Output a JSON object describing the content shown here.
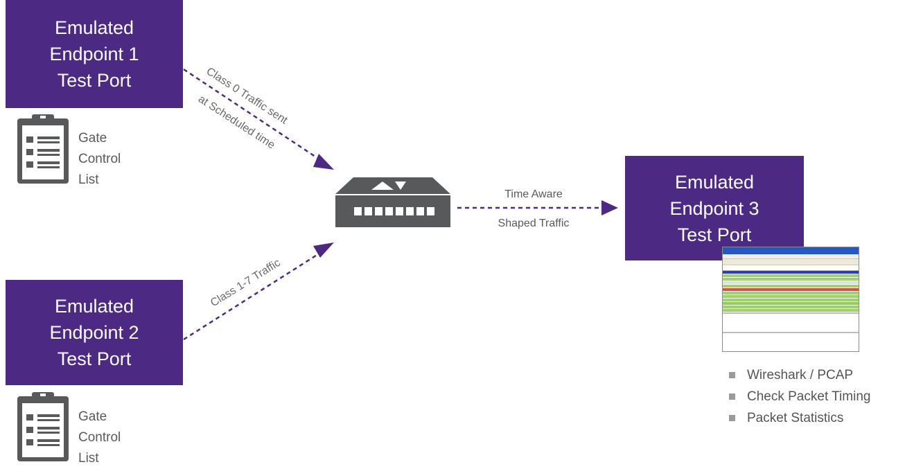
{
  "endpoints": [
    {
      "lines": [
        "Emulated",
        "Endpoint 1",
        "Test Port"
      ]
    },
    {
      "lines": [
        "Emulated",
        "Endpoint 2",
        "Test Port"
      ]
    },
    {
      "lines": [
        "Emulated",
        "Endpoint 3",
        "Test Port"
      ]
    }
  ],
  "gate_control_list": {
    "lines": [
      "Gate",
      "Control",
      "List"
    ]
  },
  "links": {
    "class0_line1": "Class 0 Traffic sent",
    "class0_line2": "at Scheduled time",
    "class17": "Class 1-7 Traffic",
    "shaped_line1": "Time Aware",
    "shaped_line2": "Shaped Traffic"
  },
  "capture_features": [
    "Wireshark / PCAP",
    "Check Packet Timing",
    "Packet Statistics"
  ],
  "colors": {
    "endpoint": "#4c2a84",
    "arrow": "#4c2a84",
    "switch": "#58595b",
    "clipboard": "#58595b"
  },
  "icons": {
    "switch": "network-switch-icon",
    "list": "clipboard-icon",
    "capture": "wireshark-screenshot-icon"
  }
}
